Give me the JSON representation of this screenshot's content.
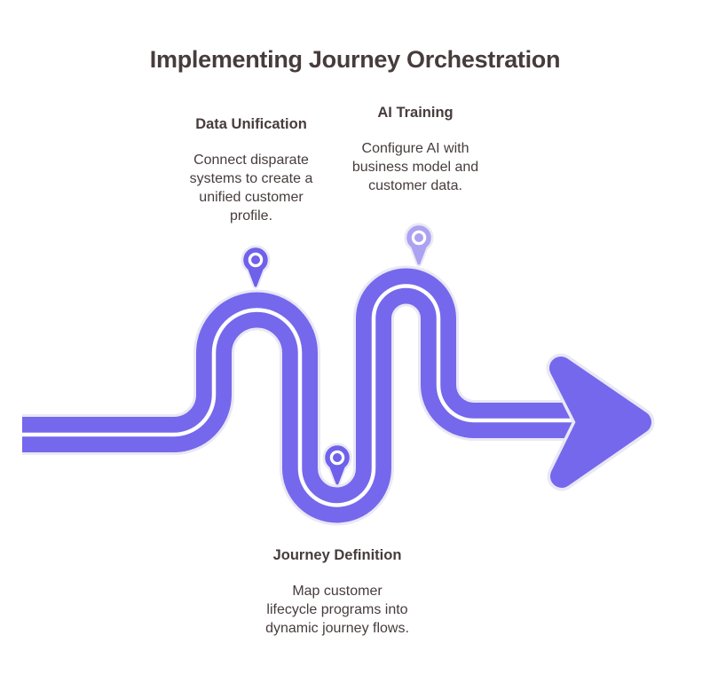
{
  "title": "Implementing Journey Orchestration",
  "steps": [
    {
      "title": "Data Unification",
      "description": "Connect disparate systems to create a unified customer profile.",
      "marker": "solid-purple-pin"
    },
    {
      "title": "AI Training",
      "description": "Configure AI with business model and customer data.",
      "marker": "light-purple-pin"
    },
    {
      "title": "Journey Definition",
      "description": "Map customer lifecycle programs into dynamic journey flows.",
      "marker": "solid-purple-pin"
    }
  ],
  "colors": {
    "road": "#7568EC",
    "road_outline": "#E9E8F5",
    "road_centerline": "#FFFFFF",
    "pin_solid": "#6F61EA",
    "pin_light": "#ABA2F2",
    "text": "#473C3C",
    "background": "#FFFFFF"
  }
}
